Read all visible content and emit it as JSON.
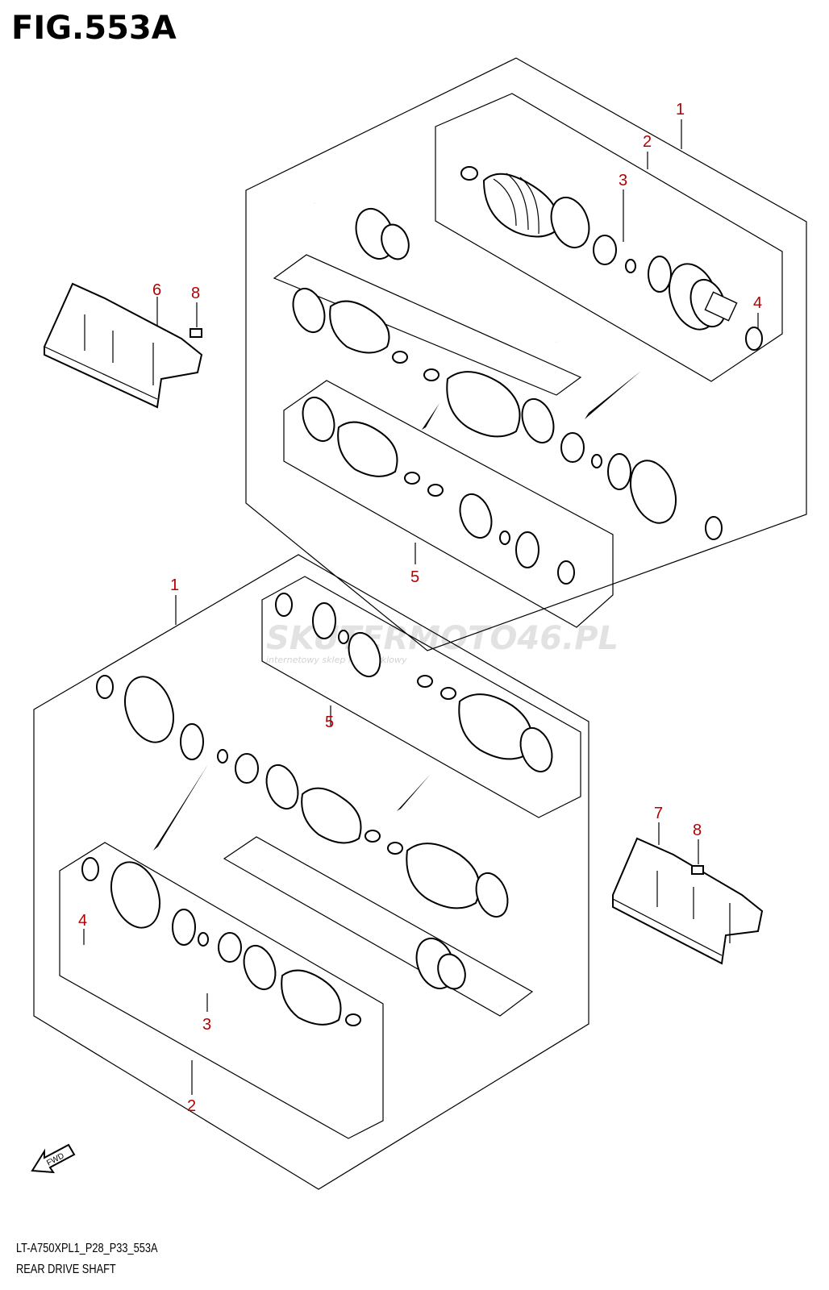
{
  "figure": {
    "title": "FIG.553A",
    "code": "LT-A750XPL1_P28_P33_553A",
    "name": "REAR DRIVE SHAFT"
  },
  "callouts": {
    "upper": {
      "shaft_assembly": "1",
      "joint_set_outer": "2",
      "ring_set": "3",
      "circlip": "4",
      "boot_set": "5"
    },
    "lower": {
      "shaft_assembly": "1",
      "joint_set_outer": "2",
      "ring_set": "3",
      "circlip": "4",
      "boot_set": "5"
    },
    "left_guard": "6",
    "right_guard": "7",
    "left_bolt": "8",
    "right_bolt": "8"
  },
  "fwd_label": "FWD",
  "watermark": {
    "brand": "SKUTERMOTO46.PL",
    "tagline": "internetowy sklep motocyklowy"
  },
  "colors": {
    "callout": "#b40000",
    "line": "#000000",
    "watermark": "#d0d0d0"
  }
}
